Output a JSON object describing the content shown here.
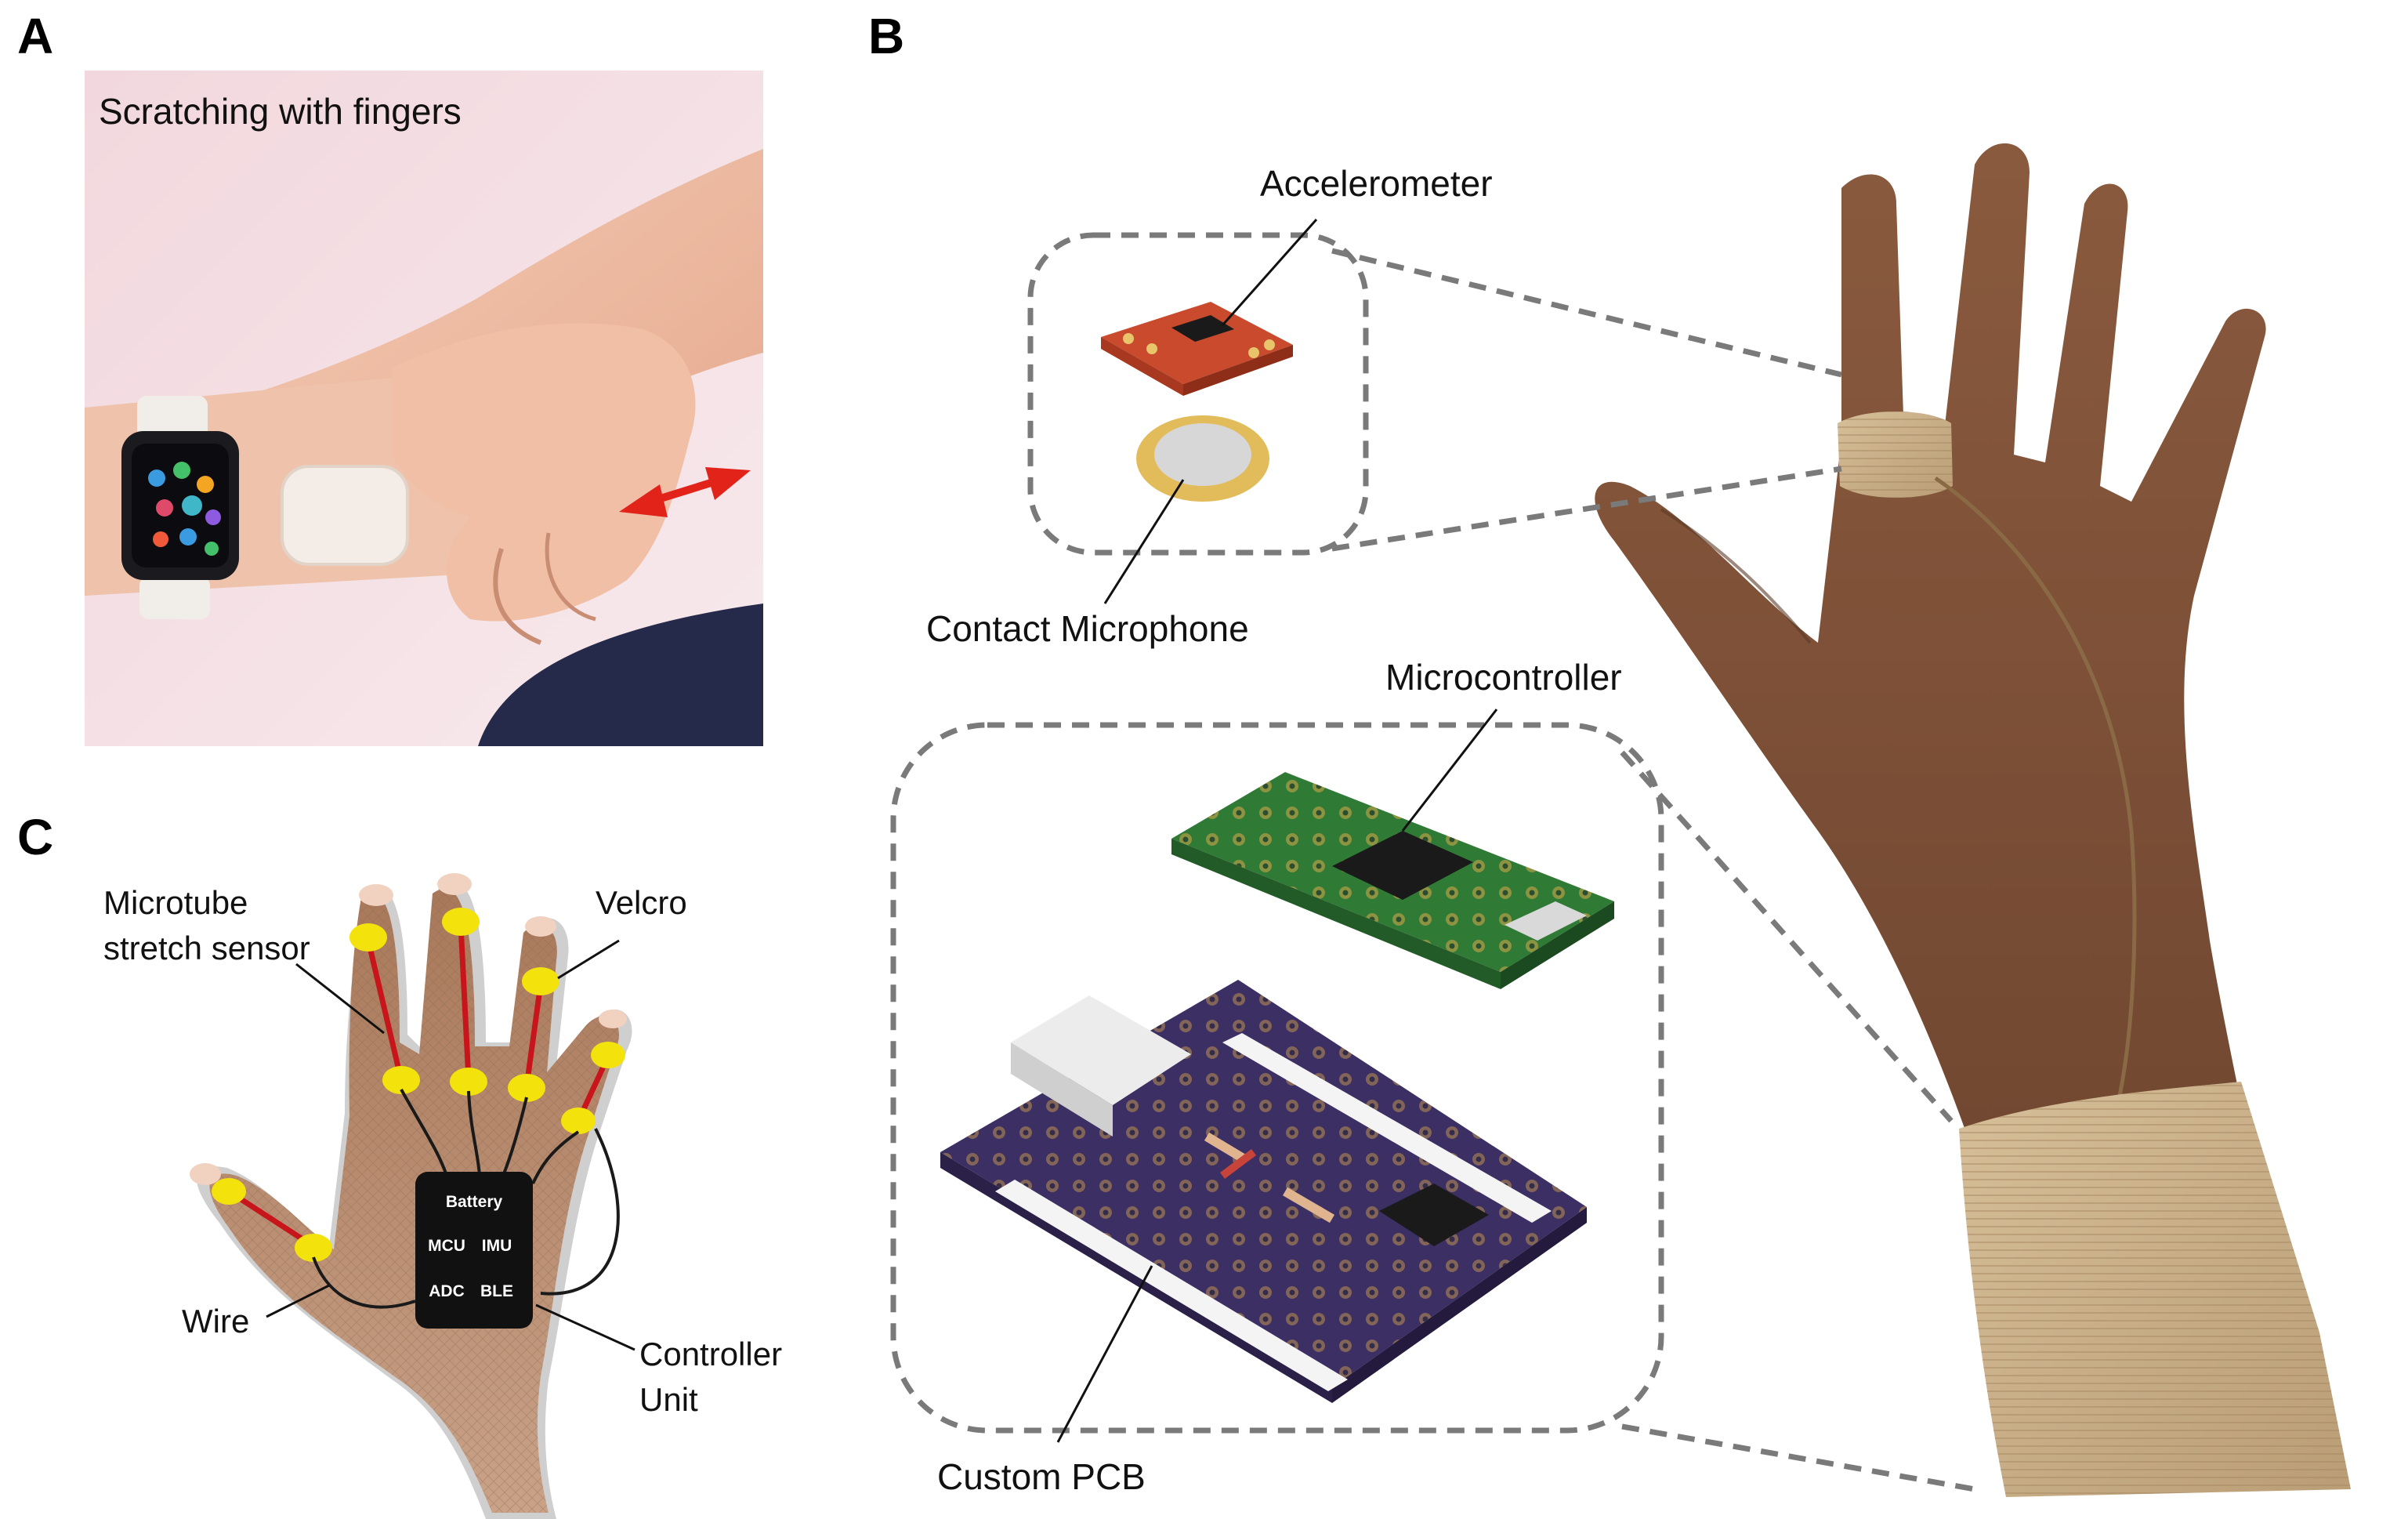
{
  "panels": {
    "a": {
      "letter": "A",
      "caption": "Scratching with fingers"
    },
    "b": {
      "letter": "B",
      "labels": {
        "accelerometer": "Accelerometer",
        "contact_microphone": "Contact Microphone",
        "microcontroller": "Microcontroller",
        "custom_pcb": "Custom PCB"
      }
    },
    "c": {
      "letter": "C",
      "labels": {
        "microtube_line1": "Microtube",
        "microtube_line2": "stretch sensor",
        "velcro": "Velcro",
        "wire": "Wire",
        "controller_line1": "Controller",
        "controller_line2": "Unit"
      },
      "controller_unit": {
        "battery": "Battery",
        "mcu": "MCU",
        "imu": "IMU",
        "adc": "ADC",
        "ble": "BLE"
      }
    }
  },
  "colors": {
    "sensor_red": "#c8151b",
    "velcro_yellow": "#f4e20c",
    "arrow_red": "#e2231a",
    "pcb_purple": "#3c2f63",
    "mcu_green": "#2f7a35",
    "accel_red": "#c94a2c",
    "skin": "#8c6244",
    "dashed_gray": "#7a7a7a"
  },
  "icons": [
    "smartwatch-icon",
    "double-arrow-icon"
  ]
}
